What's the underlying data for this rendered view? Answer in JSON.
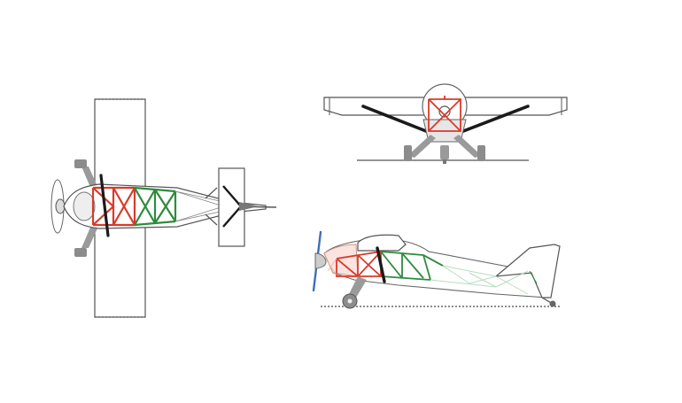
{
  "diagram": {
    "views": [
      {
        "id": "top-view",
        "label": ""
      },
      {
        "id": "front-view",
        "label": ""
      },
      {
        "id": "side-view",
        "label": ""
      }
    ],
    "colors": {
      "background": "#ffffff",
      "outline": "#555555",
      "wing_fill": "#ffffff",
      "structure_black": "#1a1a1a",
      "frame_red": "#d93a2b",
      "frame_green": "#2e8b3e",
      "frame_light_red": "#f2b8b2",
      "frame_light_green": "#b9dcc0",
      "gear_gray": "#9a9a9a",
      "spinner_blue": "#3d6fb6"
    },
    "legend": []
  }
}
